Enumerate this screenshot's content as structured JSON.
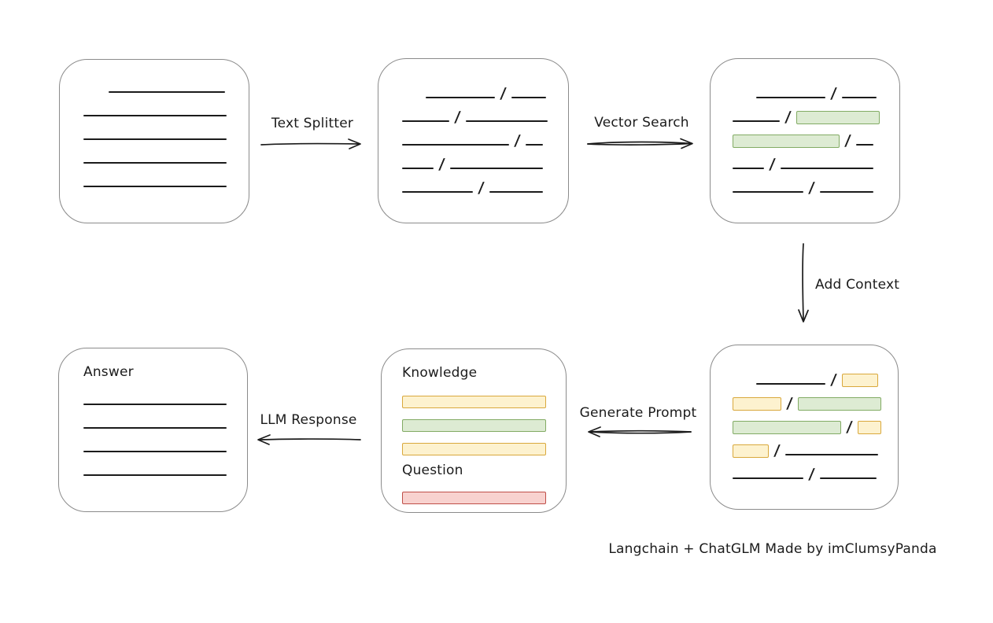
{
  "labels": {
    "text_splitter": "Text Splitter",
    "vector_search": "Vector Search",
    "add_context": "Add Context",
    "generate_prompt": "Generate Prompt",
    "llm_response": "LLM Response",
    "knowledge": "Knowledge",
    "question": "Question",
    "answer": "Answer",
    "caption": "Langchain + ChatGLM Made by imClumsyPanda"
  },
  "colors": {
    "line": "#1b1b1b",
    "box_border": "#8b8b8b",
    "green_fill": "#ddebd3",
    "green_stroke": "#82ab64",
    "yellow_fill": "#fdf2cf",
    "yellow_stroke": "#d9a83c",
    "red_fill": "#f8d2cf",
    "red_stroke": "#bf4e48"
  },
  "nodes": {
    "source_document": {
      "rows": [
        [
          {
            "t": "line",
            "w": 148,
            "ind": 32
          }
        ],
        [
          {
            "t": "line",
            "w": 182
          }
        ],
        [
          {
            "t": "line",
            "w": 182
          }
        ],
        [
          {
            "t": "line",
            "w": 182
          }
        ],
        [
          {
            "t": "line",
            "w": 182
          }
        ]
      ]
    },
    "split_text": {
      "rows": [
        [
          {
            "t": "line",
            "w": 88,
            "ind": 30
          },
          {
            "t": "slash"
          },
          {
            "t": "line",
            "w": 44
          }
        ],
        [
          {
            "t": "line",
            "w": 60
          },
          {
            "t": "slash"
          },
          {
            "t": "line",
            "w": 104
          }
        ],
        [
          {
            "t": "line",
            "w": 136
          },
          {
            "t": "slash"
          },
          {
            "t": "line",
            "w": 22
          }
        ],
        [
          {
            "t": "line",
            "w": 40
          },
          {
            "t": "slash"
          },
          {
            "t": "line",
            "w": 118
          }
        ],
        [
          {
            "t": "line",
            "w": 90
          },
          {
            "t": "slash"
          },
          {
            "t": "line",
            "w": 68
          }
        ]
      ]
    },
    "matched_text": {
      "rows": [
        [
          {
            "t": "line",
            "w": 88,
            "ind": 30
          },
          {
            "t": "slash"
          },
          {
            "t": "line",
            "w": 44
          }
        ],
        [
          {
            "t": "line",
            "w": 60
          },
          {
            "t": "slash"
          },
          {
            "t": "green",
            "w": 106
          }
        ],
        [
          {
            "t": "green",
            "w": 136
          },
          {
            "t": "slash"
          },
          {
            "t": "line",
            "w": 22
          }
        ],
        [
          {
            "t": "line",
            "w": 40
          },
          {
            "t": "slash"
          },
          {
            "t": "line",
            "w": 118
          }
        ],
        [
          {
            "t": "line",
            "w": 90
          },
          {
            "t": "slash"
          },
          {
            "t": "line",
            "w": 68
          }
        ]
      ]
    },
    "context_text": {
      "rows": [
        [
          {
            "t": "line",
            "w": 88,
            "ind": 30
          },
          {
            "t": "slash"
          },
          {
            "t": "yellow",
            "w": 46
          }
        ],
        [
          {
            "t": "yellow",
            "w": 62
          },
          {
            "t": "slash"
          },
          {
            "t": "green",
            "w": 106
          }
        ],
        [
          {
            "t": "green",
            "w": 138
          },
          {
            "t": "slash"
          },
          {
            "t": "yellow",
            "w": 30
          }
        ],
        [
          {
            "t": "yellow",
            "w": 46
          },
          {
            "t": "slash"
          },
          {
            "t": "line",
            "w": 118
          }
        ],
        [
          {
            "t": "line",
            "w": 90
          },
          {
            "t": "slash"
          },
          {
            "t": "line",
            "w": 72
          }
        ]
      ]
    },
    "prompt_knowledge": {
      "rows": [
        [
          {
            "t": "yellow",
            "w": 183
          }
        ],
        [
          {
            "t": "green",
            "w": 183
          }
        ],
        [
          {
            "t": "yellow",
            "w": 183
          }
        ]
      ]
    },
    "prompt_question": {
      "rows": [
        [
          {
            "t": "red",
            "w": 183
          }
        ]
      ]
    },
    "answer": {
      "rows": [
        [
          {
            "t": "line",
            "w": 182
          }
        ],
        [
          {
            "t": "line",
            "w": 182
          }
        ],
        [
          {
            "t": "line",
            "w": 182
          }
        ],
        [
          {
            "t": "line",
            "w": 182
          }
        ]
      ]
    }
  }
}
